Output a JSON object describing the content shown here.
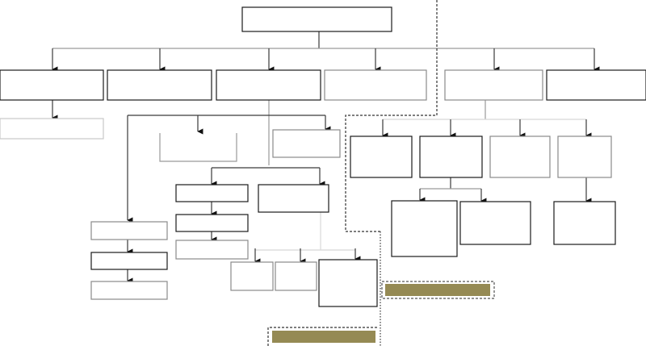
{
  "diagram": {
    "type": "organization-flowchart",
    "labels_visible": false,
    "accent_color": "#958a54",
    "root": {
      "id": "root",
      "label": ""
    },
    "level1": [
      {
        "id": "l1-a",
        "label": ""
      },
      {
        "id": "l1-b",
        "label": ""
      },
      {
        "id": "l1-c",
        "label": ""
      },
      {
        "id": "l1-d",
        "label": ""
      },
      {
        "id": "l1-e",
        "label": ""
      },
      {
        "id": "l1-f",
        "label": ""
      }
    ],
    "children": {
      "l1-a": [
        "a1"
      ],
      "l1-c": [
        "c-left-chain-1",
        "c-mid-open",
        "c-right",
        "c-sub-left",
        "c-sub-right"
      ],
      "c-left-chain": [
        "c-left-chain-1",
        "c-left-chain-2",
        "c-left-chain-3"
      ],
      "c-sub-left-chain": [
        "c-sub-left-1",
        "c-sub-left-2",
        "c-sub-left-3"
      ],
      "c-sub-right": [
        "c-sub-right-1",
        "c-sub-right-2",
        "c-sub-right-3"
      ],
      "l1-e": [
        "e1",
        "e2",
        "e3",
        "e4"
      ],
      "e2": [
        "e2-1",
        "e2-2"
      ],
      "e4": [
        "e4-1"
      ]
    },
    "highlight_bars": [
      {
        "id": "bar-right",
        "label": ""
      },
      {
        "id": "bar-bottom",
        "label": ""
      }
    ]
  }
}
